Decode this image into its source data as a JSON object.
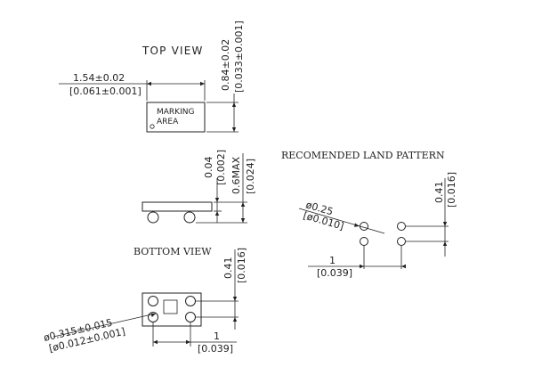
{
  "views": {
    "top": {
      "title": "TOP VIEW",
      "marking_line1": "MARKING",
      "marking_line2": "AREA",
      "width_mm": "1.54±0.02",
      "width_in": "[0.061±0.001]",
      "height_mm": "0.84±0.02",
      "height_in": "[0.033±0.001]"
    },
    "side": {
      "gap_mm": "0.04",
      "gap_in": "[0.002]",
      "max_height_mm": "0.6MAX",
      "max_height_in": "[0.024]"
    },
    "bottom": {
      "title": "BOTTOM VIEW",
      "pad_dia_mm": "ø0.315±0.015",
      "pad_dia_in": "[ø0.012±0.001]",
      "pitch_x_mm": "1",
      "pitch_x_in": "[0.039]",
      "pitch_y_mm": "0.41",
      "pitch_y_in": "[0.016]"
    },
    "land": {
      "title": "RECOMENDED LAND PATTERN",
      "pad_dia_mm": "ø0.25",
      "pad_dia_in": "[ø0.010]",
      "pitch_x_mm": "1",
      "pitch_x_in": "[0.039]",
      "pitch_y_mm": "0.41",
      "pitch_y_in": "[0.016]"
    }
  }
}
